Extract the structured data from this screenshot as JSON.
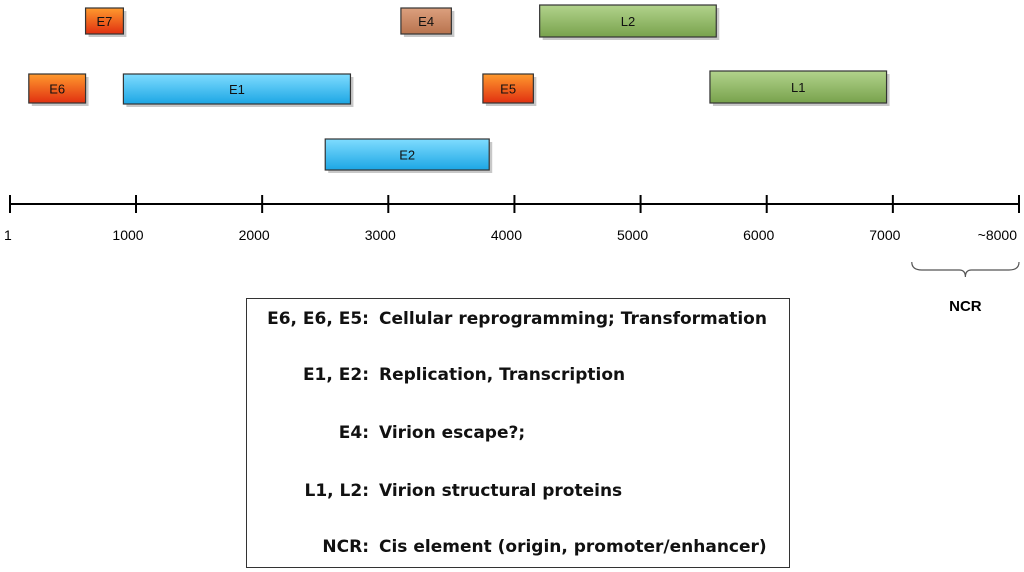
{
  "genes": [
    {
      "id": "e7",
      "label": "E7",
      "start": 600,
      "end": 900,
      "color": "orange-red"
    },
    {
      "id": "e4",
      "label": "E4",
      "start": 3100,
      "end": 3500,
      "color": "brown"
    },
    {
      "id": "l2",
      "label": "L2",
      "start": 4200,
      "end": 5600,
      "color": "green"
    },
    {
      "id": "e6",
      "label": "E6",
      "start": 150,
      "end": 600,
      "color": "orange-red"
    },
    {
      "id": "e1",
      "label": "E1",
      "start": 900,
      "end": 2700,
      "color": "cyan"
    },
    {
      "id": "e5",
      "label": "E5",
      "start": 3750,
      "end": 4150,
      "color": "orange-red"
    },
    {
      "id": "l1",
      "label": "L1",
      "start": 5550,
      "end": 6950,
      "color": "green"
    },
    {
      "id": "e2",
      "label": "E2",
      "start": 2500,
      "end": 3800,
      "color": "cyan"
    }
  ],
  "axis": {
    "ticks": [
      {
        "value": 1,
        "label": "1"
      },
      {
        "value": 1000,
        "label": "1000"
      },
      {
        "value": 2000,
        "label": "2000"
      },
      {
        "value": 3000,
        "label": "3000"
      },
      {
        "value": 4000,
        "label": "4000"
      },
      {
        "value": 5000,
        "label": "5000"
      },
      {
        "value": 6000,
        "label": "6000"
      },
      {
        "value": 7000,
        "label": "7000"
      },
      {
        "value": 8000,
        "label": "~8000"
      }
    ]
  },
  "ncr": {
    "label": "NCR",
    "start": 7150,
    "end": 8000
  },
  "legend": [
    {
      "key": "E6, E6, E5:",
      "desc": "Cellular reprogramming; Transformation"
    },
    {
      "key": "E1, E2:",
      "desc": "Replication, Transcription"
    },
    {
      "key": "E4:",
      "desc": "Virion escape?;"
    },
    {
      "key": "L1, L2:",
      "desc": "Virion structural proteins"
    },
    {
      "key": "NCR:",
      "desc": "Cis element (origin, promoter/enhancer)"
    }
  ],
  "colors": {
    "orange-red": [
      "#ff9a2e",
      "#e03010"
    ],
    "brown": [
      "#dca07e",
      "#b8734e"
    ],
    "green": [
      "#b2d38c",
      "#78a24c"
    ],
    "cyan": [
      "#7fdcff",
      "#1ca6e4"
    ]
  }
}
